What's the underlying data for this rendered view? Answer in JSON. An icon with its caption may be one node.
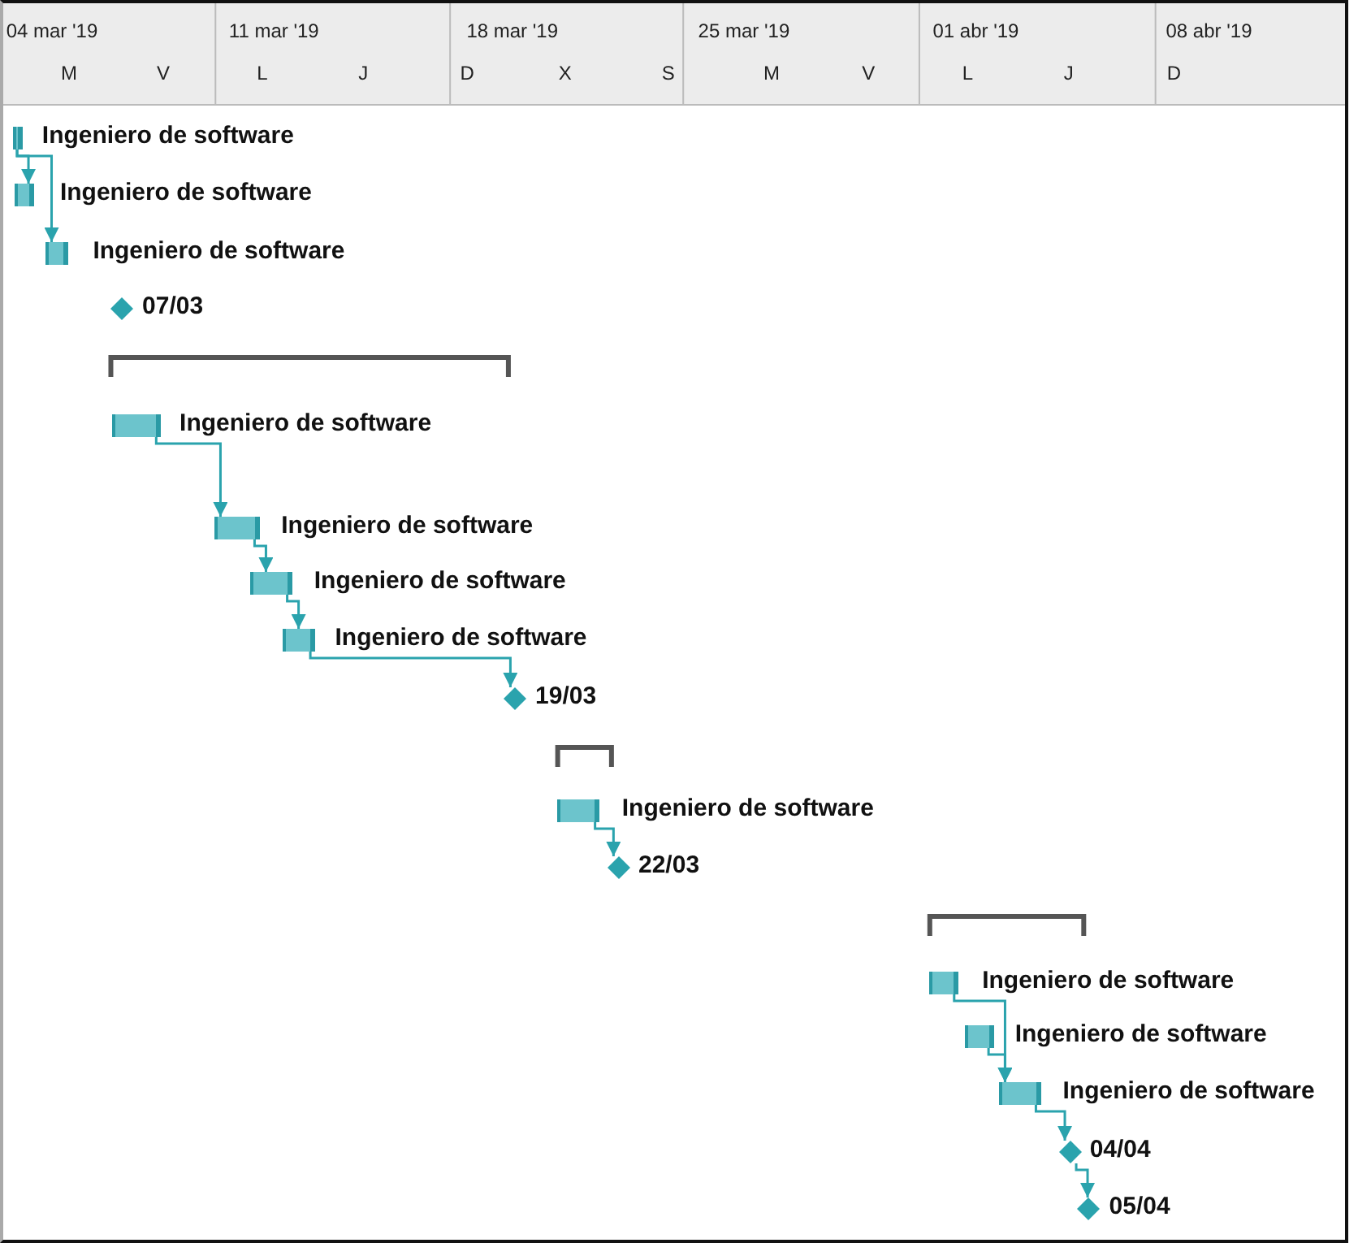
{
  "diagram": {
    "nodes": [
      {
        "text": [],
        "shape": "bar",
        "beside": [
          "Ingeniero de software"
        ]
      },
      {
        "text": [],
        "shape": "bar",
        "beside": [
          "Ingeniero de software"
        ]
      },
      {
        "text": [],
        "shape": "bar",
        "beside": [
          "Ingeniero de software"
        ]
      },
      {
        "text": [],
        "shape": "diamond",
        "beside": [
          "07/03"
        ]
      },
      {
        "text": [],
        "shape": "bar",
        "beside": [
          "Ingeniero de software"
        ]
      },
      {
        "text": [],
        "shape": "bar",
        "beside": [
          "Ingeniero de software"
        ]
      },
      {
        "text": [],
        "shape": "bar",
        "beside": [
          "Ingeniero de software"
        ]
      },
      {
        "text": [],
        "shape": "bar",
        "beside": [
          "Ingeniero de software"
        ]
      },
      {
        "text": [],
        "shape": "diamond",
        "beside": [
          "19/03"
        ]
      },
      {
        "text": [],
        "shape": "bar",
        "beside": [
          "Ingeniero de software"
        ]
      },
      {
        "text": [],
        "shape": "diamond",
        "beside": [
          "22/03"
        ]
      },
      {
        "text": [],
        "shape": "bar",
        "beside": [
          "Ingeniero de software"
        ]
      },
      {
        "text": [],
        "shape": "bar",
        "beside": [
          "Ingeniero de software"
        ]
      },
      {
        "text": [],
        "shape": "bar",
        "beside": [
          "Ingeniero de software"
        ]
      },
      {
        "text": [],
        "shape": "diamond",
        "beside": [
          "04/04"
        ]
      },
      {
        "text": [],
        "shape": "diamond",
        "beside": [
          "05/04"
        ]
      }
    ],
    "edges": [
      {
        "from": 0,
        "to": 1,
        "arrow": "to"
      },
      {
        "from": 0,
        "to": 2,
        "arrow": "to"
      },
      {
        "from": 4,
        "to": 5,
        "arrow": "to"
      },
      {
        "from": 5,
        "to": 6,
        "arrow": "to"
      },
      {
        "from": 6,
        "to": 7,
        "arrow": "to"
      },
      {
        "from": 7,
        "to": 8,
        "arrow": "to"
      },
      {
        "from": 9,
        "to": 10,
        "arrow": "to"
      },
      {
        "from": 11,
        "to": 13,
        "arrow": "to"
      },
      {
        "from": 12,
        "to": 13,
        "arrow": "to"
      },
      {
        "from": 13,
        "to": 14,
        "arrow": "to"
      },
      {
        "from": 14,
        "to": 15,
        "arrow": "to"
      }
    ],
    "labels": [
      "04 mar '19",
      "11 mar '19",
      "18 mar '19",
      "25 mar '19",
      "01 abr '19",
      "08 abr '19",
      "M",
      "V",
      "L",
      "J",
      "D",
      "X",
      "S",
      "M",
      "V",
      "L",
      "J",
      "D"
    ]
  }
}
